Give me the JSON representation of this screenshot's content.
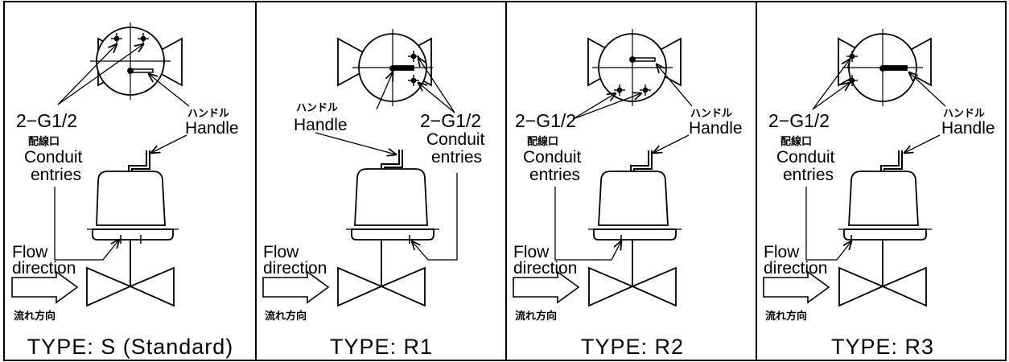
{
  "panels": [
    {
      "type_label": "TYPE: S (Standard)",
      "conduit_spec": "2−G1/2",
      "conduit_jp": "配線口",
      "conduit_en_1": "Conduit",
      "conduit_en_2": "entries",
      "handle_jp": "ハンドル",
      "handle_en": "Handle",
      "flow_en_1": "Flow",
      "flow_en_2": "direction",
      "flow_jp": "流れ方向"
    },
    {
      "type_label": "TYPE: R1",
      "conduit_spec": "2−G1/2",
      "conduit_en_1": "Conduit",
      "conduit_en_2": "entries",
      "handle_jp": "ハンドル",
      "handle_en": "Handle",
      "flow_en_1": "Flow",
      "flow_en_2": "direction",
      "flow_jp": "流れ方向"
    },
    {
      "type_label": "TYPE: R2",
      "conduit_spec": "2−G1/2",
      "conduit_jp": "配線口",
      "conduit_en_1": "Conduit",
      "conduit_en_2": "entries",
      "handle_jp": "ハンドル",
      "handle_en": "Handle",
      "flow_en_1": "Flow",
      "flow_en_2": "direction",
      "flow_jp": "流れ方向"
    },
    {
      "type_label": "TYPE: R3",
      "conduit_spec": "2−G1/2",
      "conduit_jp": "配線口",
      "conduit_en_1": "Conduit",
      "conduit_en_2": "entries",
      "handle_jp": "ハンドル",
      "handle_en": "Handle",
      "flow_en_1": "Flow",
      "flow_en_2": "direction",
      "flow_jp": "流れ方向"
    }
  ]
}
